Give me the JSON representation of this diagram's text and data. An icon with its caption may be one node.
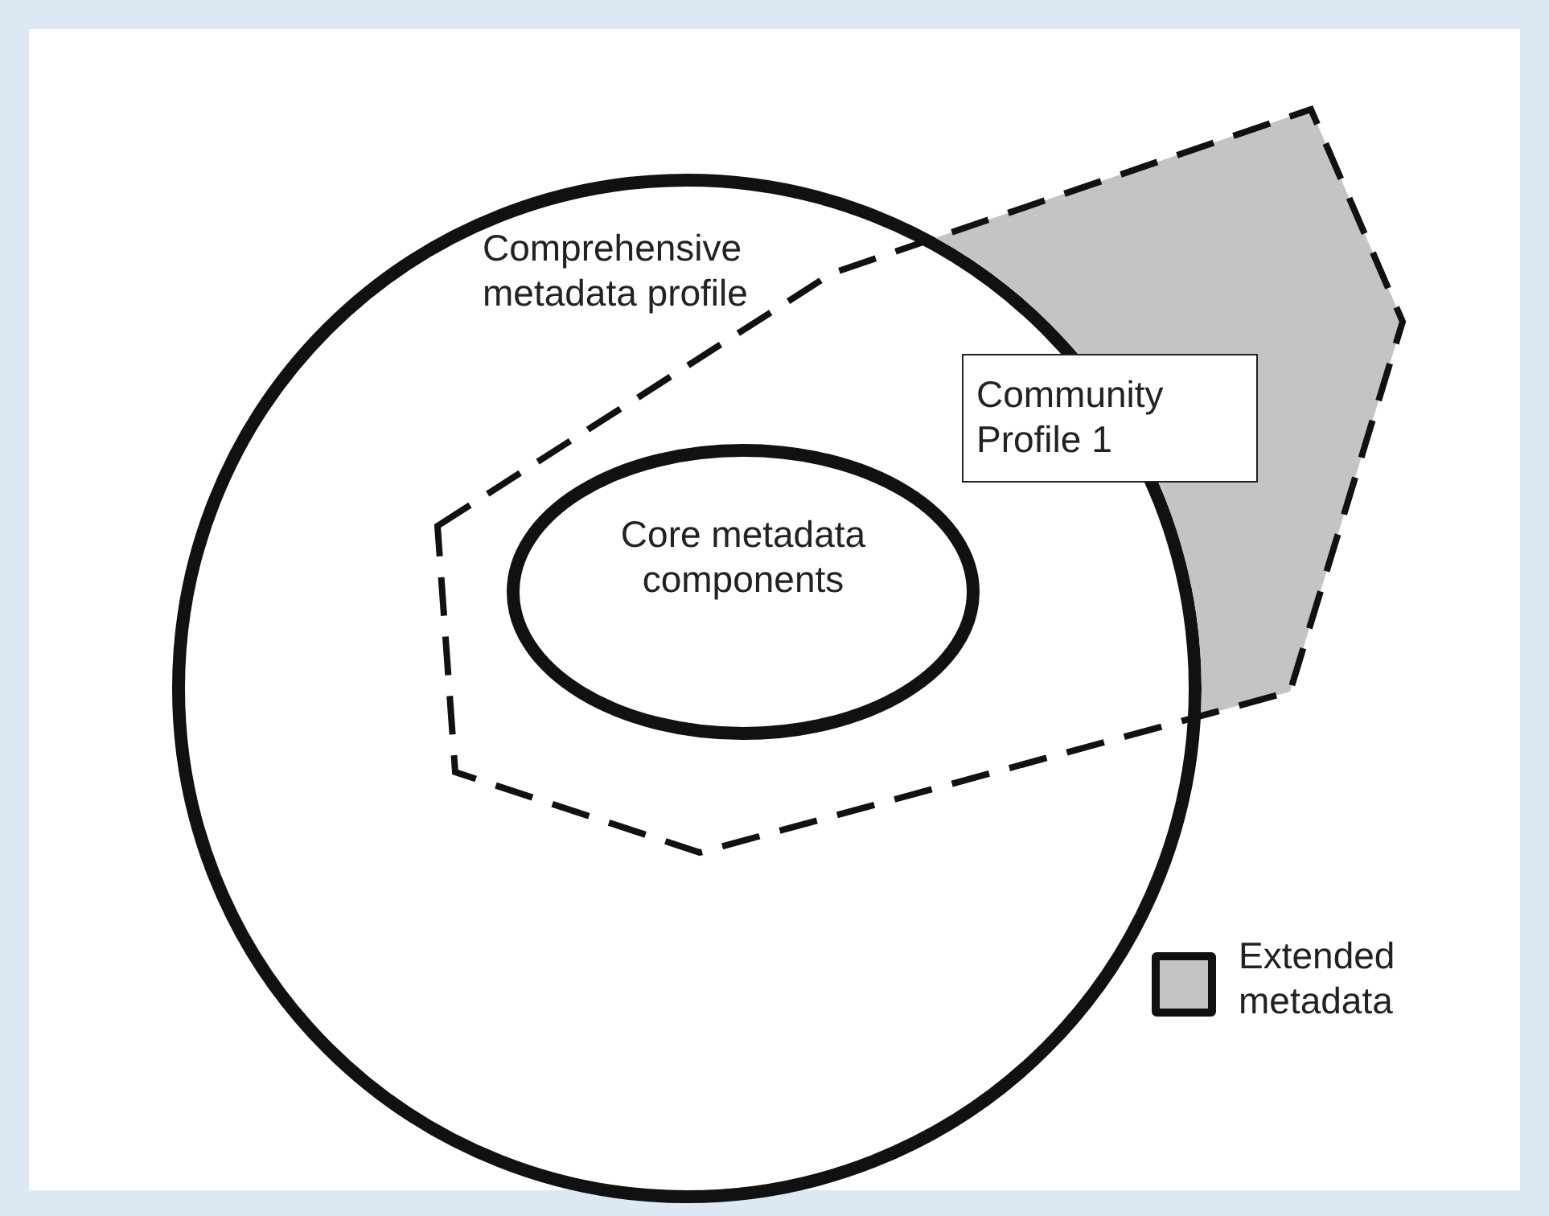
{
  "diagram": {
    "nodes": [
      {
        "text": [
          "Comprehensive metadata profile"
        ]
      },
      {
        "text": [
          "Community Profile 1"
        ]
      },
      {
        "text": [
          "Core metadata components"
        ]
      }
    ],
    "edges": [],
    "legend": [
      {
        "text": "Extended metadata",
        "color": "#c4c4c4"
      }
    ]
  }
}
